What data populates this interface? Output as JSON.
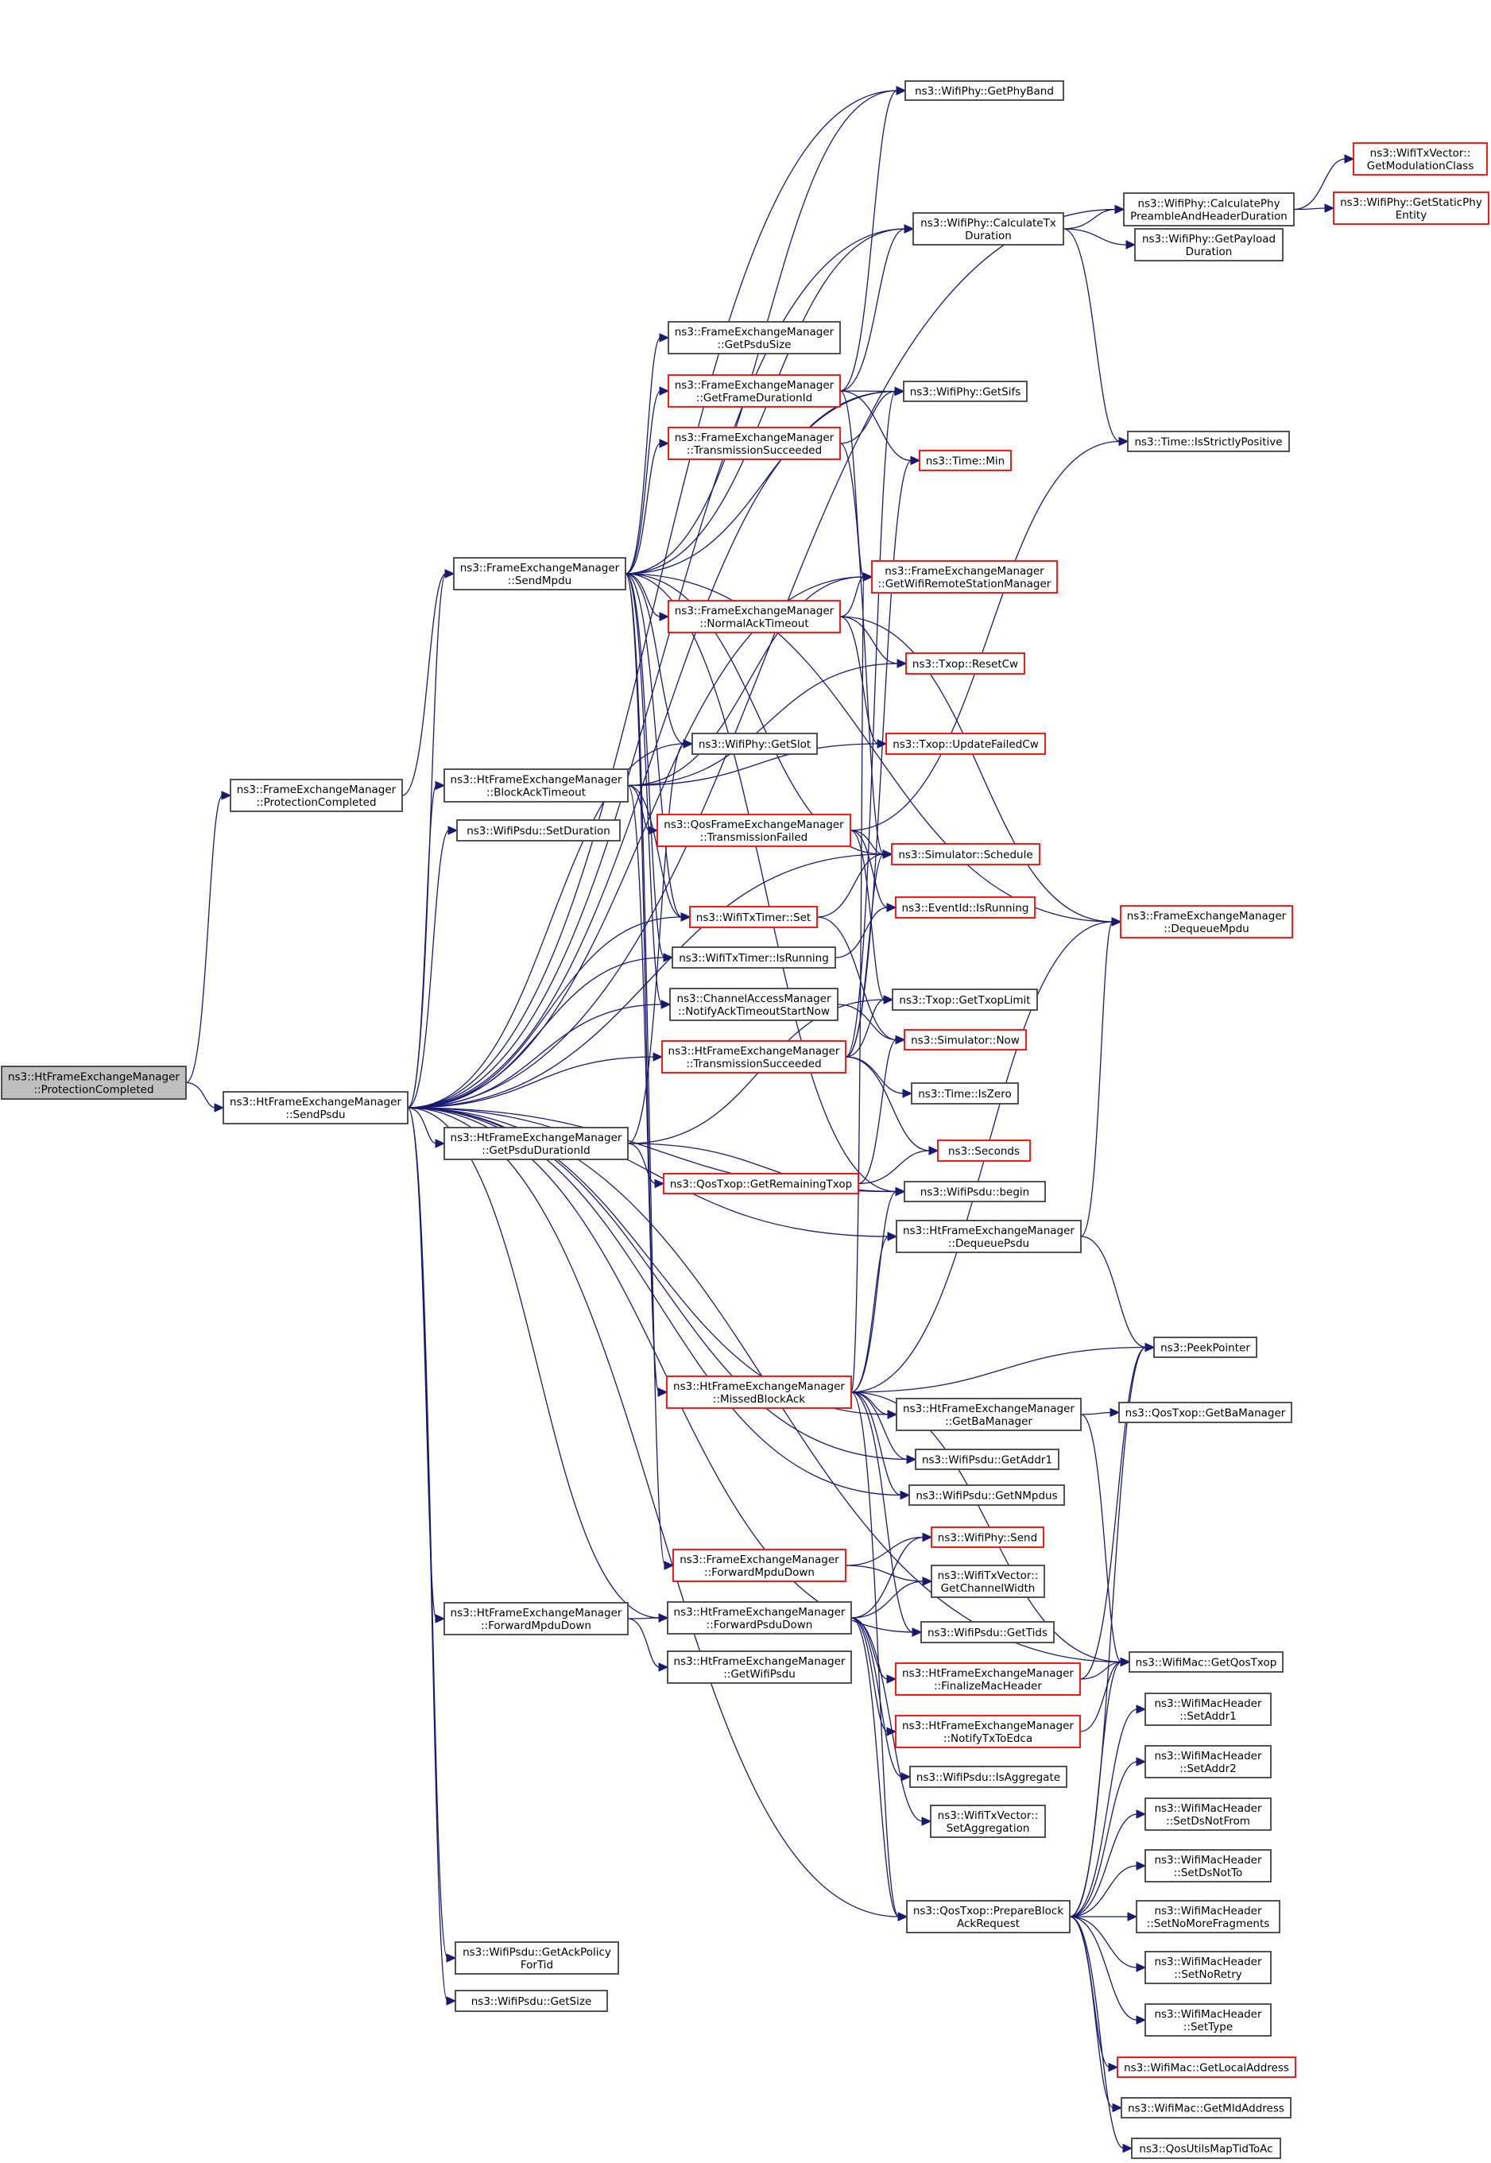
{
  "title": "Call graph of ns3::HtFrameExchangeManager::ProtectionCompleted",
  "colors": {
    "edge": "#191970",
    "root_fill": "#bfbfbf",
    "normal_border": "#404040",
    "red_border": "#ff0000"
  },
  "nodes": [
    {
      "id": "root",
      "lines": [
        "ns3::HtFrameExchangeManager",
        "::ProtectionCompleted"
      ],
      "style": "root"
    },
    {
      "id": "sendPsdu",
      "lines": [
        "ns3::HtFrameExchangeManager",
        "::SendPsdu"
      ],
      "style": "normal"
    },
    {
      "id": "femProtComp",
      "lines": [
        "ns3::FrameExchangeManager",
        "::ProtectionCompleted"
      ],
      "style": "normal"
    },
    {
      "id": "sendMpdu",
      "lines": [
        "ns3::FrameExchangeManager",
        "::SendMpdu"
      ],
      "style": "normal"
    },
    {
      "id": "blockAckTimeout",
      "lines": [
        "ns3::HtFrameExchangeManager",
        "::BlockAckTimeout"
      ],
      "style": "normal"
    },
    {
      "id": "setDuration",
      "lines": [
        "ns3::WifiPsdu::SetDuration"
      ],
      "style": "normal"
    },
    {
      "id": "getPsduDurationId",
      "lines": [
        "ns3::HtFrameExchangeManager",
        "::GetPsduDurationId"
      ],
      "style": "normal"
    },
    {
      "id": "htFwdMpduDown",
      "lines": [
        "ns3::HtFrameExchangeManager",
        "::ForwardMpduDown"
      ],
      "style": "normal"
    },
    {
      "id": "getAckPolicy",
      "lines": [
        "ns3::WifiPsdu::GetAckPolicy",
        "ForTid"
      ],
      "style": "normal"
    },
    {
      "id": "getSize",
      "lines": [
        "ns3::WifiPsdu::GetSize"
      ],
      "style": "normal"
    },
    {
      "id": "getPhyBand",
      "lines": [
        "ns3::WifiPhy::GetPhyBand"
      ],
      "style": "normal"
    },
    {
      "id": "calcPreamble",
      "lines": [
        "ns3::WifiPhy::CalculatePhy",
        "PreambleAndHeaderDuration"
      ],
      "style": "normal"
    },
    {
      "id": "getModClass",
      "lines": [
        "ns3::WifiTxVector::",
        "GetModulationClass"
      ],
      "style": "red"
    },
    {
      "id": "getStaticPhy",
      "lines": [
        "ns3::WifiPhy::GetStaticPhy",
        "Entity"
      ],
      "style": "red"
    },
    {
      "id": "calcTxDur",
      "lines": [
        "ns3::WifiPhy::CalculateTx",
        "Duration"
      ],
      "style": "normal"
    },
    {
      "id": "getPayloadDur",
      "lines": [
        "ns3::WifiPhy::GetPayload",
        "Duration"
      ],
      "style": "normal"
    },
    {
      "id": "getPsduSize",
      "lines": [
        "ns3::FrameExchangeManager",
        "::GetPsduSize"
      ],
      "style": "normal"
    },
    {
      "id": "getFrameDurId",
      "lines": [
        "ns3::FrameExchangeManager",
        "::GetFrameDurationId"
      ],
      "style": "red"
    },
    {
      "id": "getSifs",
      "lines": [
        "ns3::WifiPhy::GetSifs"
      ],
      "style": "normal"
    },
    {
      "id": "femTxSucc",
      "lines": [
        "ns3::FrameExchangeManager",
        "::TransmissionSucceeded"
      ],
      "style": "red"
    },
    {
      "id": "timeMin",
      "lines": [
        "ns3::Time::Min"
      ],
      "style": "red"
    },
    {
      "id": "isStrictlyPos",
      "lines": [
        "ns3::Time::IsStrictlyPositive"
      ],
      "style": "normal"
    },
    {
      "id": "getRsm",
      "lines": [
        "ns3::FrameExchangeManager",
        "::GetWifiRemoteStationManager"
      ],
      "style": "red"
    },
    {
      "id": "normalAckTimeout",
      "lines": [
        "ns3::FrameExchangeManager",
        "::NormalAckTimeout"
      ],
      "style": "red"
    },
    {
      "id": "resetCw",
      "lines": [
        "ns3::Txop::ResetCw"
      ],
      "style": "red"
    },
    {
      "id": "getSlot",
      "lines": [
        "ns3::WifiPhy::GetSlot"
      ],
      "style": "normal"
    },
    {
      "id": "updateFailedCw",
      "lines": [
        "ns3::Txop::UpdateFailedCw"
      ],
      "style": "red"
    },
    {
      "id": "txFailed",
      "lines": [
        "ns3::QosFrameExchangeManager",
        "::TransmissionFailed"
      ],
      "style": "red"
    },
    {
      "id": "schedule",
      "lines": [
        "ns3::Simulator::Schedule"
      ],
      "style": "red"
    },
    {
      "id": "timerSet",
      "lines": [
        "ns3::WifiTxTimer::Set"
      ],
      "style": "red"
    },
    {
      "id": "eventIsRunning",
      "lines": [
        "ns3::EventId::IsRunning"
      ],
      "style": "red"
    },
    {
      "id": "timerIsRunning",
      "lines": [
        "ns3::WifiTxTimer::IsRunning"
      ],
      "style": "normal"
    },
    {
      "id": "dequeueMpdu",
      "lines": [
        "ns3::FrameExchangeManager",
        "::DequeueMpdu"
      ],
      "style": "red"
    },
    {
      "id": "notifyAckTimeout",
      "lines": [
        "ns3::ChannelAccessManager",
        "::NotifyAckTimeoutStartNow"
      ],
      "style": "normal"
    },
    {
      "id": "getTxopLimit",
      "lines": [
        "ns3::Txop::GetTxopLimit"
      ],
      "style": "normal"
    },
    {
      "id": "htTxSucc",
      "lines": [
        "ns3::HtFrameExchangeManager",
        "::TransmissionSucceeded"
      ],
      "style": "red"
    },
    {
      "id": "simNow",
      "lines": [
        "ns3::Simulator::Now"
      ],
      "style": "red"
    },
    {
      "id": "isZero",
      "lines": [
        "ns3::Time::IsZero"
      ],
      "style": "normal"
    },
    {
      "id": "seconds",
      "lines": [
        "ns3::Seconds"
      ],
      "style": "red"
    },
    {
      "id": "remainingTxop",
      "lines": [
        "ns3::QosTxop::GetRemainingTxop"
      ],
      "style": "red"
    },
    {
      "id": "psduBegin",
      "lines": [
        "ns3::WifiPsdu::begin"
      ],
      "style": "normal"
    },
    {
      "id": "dequeuePsdu",
      "lines": [
        "ns3::HtFrameExchangeManager",
        "::DequeuePsdu"
      ],
      "style": "normal"
    },
    {
      "id": "missedBlockAck",
      "lines": [
        "ns3::HtFrameExchangeManager",
        "::MissedBlockAck"
      ],
      "style": "red"
    },
    {
      "id": "peekPointer",
      "lines": [
        "ns3::PeekPointer"
      ],
      "style": "normal"
    },
    {
      "id": "htGetBaMgr",
      "lines": [
        "ns3::HtFrameExchangeManager",
        "::GetBaManager"
      ],
      "style": "normal"
    },
    {
      "id": "qosGetBaMgr",
      "lines": [
        "ns3::QosTxop::GetBaManager"
      ],
      "style": "normal"
    },
    {
      "id": "getAddr1",
      "lines": [
        "ns3::WifiPsdu::GetAddr1"
      ],
      "style": "normal"
    },
    {
      "id": "getNMpdus",
      "lines": [
        "ns3::WifiPsdu::GetNMpdus"
      ],
      "style": "normal"
    },
    {
      "id": "phySend",
      "lines": [
        "ns3::WifiPhy::Send"
      ],
      "style": "red"
    },
    {
      "id": "femFwdMpduDown",
      "lines": [
        "ns3::FrameExchangeManager",
        "::ForwardMpduDown"
      ],
      "style": "red"
    },
    {
      "id": "getChannelWidth",
      "lines": [
        "ns3::WifiTxVector::",
        "GetChannelWidth"
      ],
      "style": "normal"
    },
    {
      "id": "fwdPsduDown",
      "lines": [
        "ns3::HtFrameExchangeManager",
        "::ForwardPsduDown"
      ],
      "style": "normal"
    },
    {
      "id": "getTids",
      "lines": [
        "ns3::WifiPsdu::GetTids"
      ],
      "style": "normal"
    },
    {
      "id": "getWifiPsdu",
      "lines": [
        "ns3::HtFrameExchangeManager",
        "::GetWifiPsdu"
      ],
      "style": "normal"
    },
    {
      "id": "getQosTxop",
      "lines": [
        "ns3::WifiMac::GetQosTxop"
      ],
      "style": "normal"
    },
    {
      "id": "finalizeMac",
      "lines": [
        "ns3::HtFrameExchangeManager",
        "::FinalizeMacHeader"
      ],
      "style": "red"
    },
    {
      "id": "setAddr1",
      "lines": [
        "ns3::WifiMacHeader",
        "::SetAddr1"
      ],
      "style": "normal"
    },
    {
      "id": "notifyTxEdca",
      "lines": [
        "ns3::HtFrameExchangeManager",
        "::NotifyTxToEdca"
      ],
      "style": "red"
    },
    {
      "id": "setAddr2",
      "lines": [
        "ns3::WifiMacHeader",
        "::SetAddr2"
      ],
      "style": "normal"
    },
    {
      "id": "isAggregate",
      "lines": [
        "ns3::WifiPsdu::IsAggregate"
      ],
      "style": "normal"
    },
    {
      "id": "setAggregation",
      "lines": [
        "ns3::WifiTxVector::",
        "SetAggregation"
      ],
      "style": "normal"
    },
    {
      "id": "setDsNotFrom",
      "lines": [
        "ns3::WifiMacHeader",
        "::SetDsNotFrom"
      ],
      "style": "normal"
    },
    {
      "id": "setDsNotTo",
      "lines": [
        "ns3::WifiMacHeader",
        "::SetDsNotTo"
      ],
      "style": "normal"
    },
    {
      "id": "prepareBar",
      "lines": [
        "ns3::QosTxop::PrepareBlock",
        "AckRequest"
      ],
      "style": "normal"
    },
    {
      "id": "setNoMoreFrag",
      "lines": [
        "ns3::WifiMacHeader",
        "::SetNoMoreFragments"
      ],
      "style": "normal"
    },
    {
      "id": "setNoRetry",
      "lines": [
        "ns3::WifiMacHeader",
        "::SetNoRetry"
      ],
      "style": "normal"
    },
    {
      "id": "setType",
      "lines": [
        "ns3::WifiMacHeader",
        "::SetType"
      ],
      "style": "normal"
    },
    {
      "id": "getLocalAddr",
      "lines": [
        "ns3::WifiMac::GetLocalAddress"
      ],
      "style": "red"
    },
    {
      "id": "getMldAddr",
      "lines": [
        "ns3::WifiMac::GetMldAddress"
      ],
      "style": "normal"
    },
    {
      "id": "mapTidToAc",
      "lines": [
        "ns3::QosUtilsMapTidToAc"
      ],
      "style": "normal"
    }
  ],
  "edges": [
    [
      "root",
      "femProtComp"
    ],
    [
      "root",
      "sendPsdu"
    ],
    [
      "femProtComp",
      "sendMpdu"
    ],
    [
      "sendPsdu",
      "getPhyBand"
    ],
    [
      "sendPsdu",
      "calcPreamble"
    ],
    [
      "sendPsdu",
      "calcTxDur"
    ],
    [
      "sendPsdu",
      "getSifs"
    ],
    [
      "sendPsdu",
      "sendMpdu"
    ],
    [
      "sendPsdu",
      "blockAckTimeout"
    ],
    [
      "sendPsdu",
      "setDuration"
    ],
    [
      "sendPsdu",
      "getSlot"
    ],
    [
      "sendPsdu",
      "schedule"
    ],
    [
      "sendPsdu",
      "timerSet"
    ],
    [
      "sendPsdu",
      "timerIsRunning"
    ],
    [
      "sendPsdu",
      "notifyAckTimeout"
    ],
    [
      "sendPsdu",
      "htTxSucc"
    ],
    [
      "sendPsdu",
      "getPsduDurationId"
    ],
    [
      "sendPsdu",
      "psduBegin"
    ],
    [
      "sendPsdu",
      "dequeuePsdu"
    ],
    [
      "sendPsdu",
      "htGetBaMgr"
    ],
    [
      "sendPsdu",
      "getAddr1"
    ],
    [
      "sendPsdu",
      "getNMpdus"
    ],
    [
      "sendPsdu",
      "htFwdMpduDown"
    ],
    [
      "sendPsdu",
      "fwdPsduDown"
    ],
    [
      "sendPsdu",
      "getTids"
    ],
    [
      "sendPsdu",
      "getQosTxop"
    ],
    [
      "sendPsdu",
      "prepareBar"
    ],
    [
      "sendPsdu",
      "getAckPolicy"
    ],
    [
      "sendPsdu",
      "getSize"
    ],
    [
      "sendPsdu",
      "getRsm"
    ],
    [
      "sendMpdu",
      "getPhyBand"
    ],
    [
      "sendMpdu",
      "calcTxDur"
    ],
    [
      "sendMpdu",
      "getSifs"
    ],
    [
      "sendMpdu",
      "getPsduSize"
    ],
    [
      "sendMpdu",
      "getFrameDurId"
    ],
    [
      "sendMpdu",
      "femTxSucc"
    ],
    [
      "sendMpdu",
      "normalAckTimeout"
    ],
    [
      "sendMpdu",
      "dequeueMpdu"
    ],
    [
      "sendMpdu",
      "getSlot"
    ],
    [
      "sendMpdu",
      "schedule"
    ],
    [
      "sendMpdu",
      "timerSet"
    ],
    [
      "sendMpdu",
      "timerIsRunning"
    ],
    [
      "sendMpdu",
      "notifyAckTimeout"
    ],
    [
      "sendMpdu",
      "missedBlockAck"
    ],
    [
      "sendMpdu",
      "femFwdMpduDown"
    ],
    [
      "sendMpdu",
      "psduBegin"
    ],
    [
      "calcTxDur",
      "calcPreamble"
    ],
    [
      "calcTxDur",
      "getPayloadDur"
    ],
    [
      "calcTxDur",
      "isStrictlyPos"
    ],
    [
      "calcPreamble",
      "getModClass"
    ],
    [
      "calcPreamble",
      "getStaticPhy"
    ],
    [
      "getFrameDurId",
      "getPhyBand"
    ],
    [
      "getFrameDurId",
      "calcTxDur"
    ],
    [
      "getFrameDurId",
      "getSifs"
    ],
    [
      "getFrameDurId",
      "timeMin"
    ],
    [
      "getFrameDurId",
      "getRsm"
    ],
    [
      "femTxSucc",
      "getSifs"
    ],
    [
      "femTxSucc",
      "schedule"
    ],
    [
      "normalAckTimeout",
      "getRsm"
    ],
    [
      "normalAckTimeout",
      "resetCw"
    ],
    [
      "normalAckTimeout",
      "updateFailedCw"
    ],
    [
      "normalAckTimeout",
      "dequeueMpdu"
    ],
    [
      "blockAckTimeout",
      "getRsm"
    ],
    [
      "blockAckTimeout",
      "resetCw"
    ],
    [
      "blockAckTimeout",
      "updateFailedCw"
    ],
    [
      "blockAckTimeout",
      "txFailed"
    ],
    [
      "blockAckTimeout",
      "missedBlockAck"
    ],
    [
      "blockAckTimeout",
      "timerSet"
    ],
    [
      "txFailed",
      "schedule"
    ],
    [
      "txFailed",
      "eventIsRunning"
    ],
    [
      "txFailed",
      "getTxopLimit"
    ],
    [
      "txFailed",
      "isStrictlyPos"
    ],
    [
      "timerSet",
      "schedule"
    ],
    [
      "timerSet",
      "simNow"
    ],
    [
      "timerIsRunning",
      "eventIsRunning"
    ],
    [
      "notifyAckTimeout",
      "simNow"
    ],
    [
      "htTxSucc",
      "getSifs"
    ],
    [
      "htTxSucc",
      "timeMin"
    ],
    [
      "htTxSucc",
      "schedule"
    ],
    [
      "htTxSucc",
      "getTxopLimit"
    ],
    [
      "htTxSucc",
      "isZero"
    ],
    [
      "htTxSucc",
      "seconds"
    ],
    [
      "getPsduDurationId",
      "getSlot"
    ],
    [
      "getPsduDurationId",
      "remainingTxop"
    ],
    [
      "getPsduDurationId",
      "getTxopLimit"
    ],
    [
      "getPsduDurationId",
      "psduBegin"
    ],
    [
      "remainingTxop",
      "simNow"
    ],
    [
      "remainingTxop",
      "seconds"
    ],
    [
      "dequeuePsdu",
      "dequeueMpdu"
    ],
    [
      "dequeuePsdu",
      "peekPointer"
    ],
    [
      "missedBlockAck",
      "getRsm"
    ],
    [
      "missedBlockAck",
      "dequeueMpdu"
    ],
    [
      "missedBlockAck",
      "psduBegin"
    ],
    [
      "missedBlockAck",
      "dequeuePsdu"
    ],
    [
      "missedBlockAck",
      "peekPointer"
    ],
    [
      "missedBlockAck",
      "htGetBaMgr"
    ],
    [
      "missedBlockAck",
      "getAddr1"
    ],
    [
      "missedBlockAck",
      "getNMpdus"
    ],
    [
      "missedBlockAck",
      "getTids"
    ],
    [
      "missedBlockAck",
      "getQosTxop"
    ],
    [
      "missedBlockAck",
      "prepareBar"
    ],
    [
      "htGetBaMgr",
      "qosGetBaMgr"
    ],
    [
      "htGetBaMgr",
      "getQosTxop"
    ],
    [
      "femFwdMpduDown",
      "phySend"
    ],
    [
      "femFwdMpduDown",
      "getChannelWidth"
    ],
    [
      "htFwdMpduDown",
      "fwdPsduDown"
    ],
    [
      "htFwdMpduDown",
      "getWifiPsdu"
    ],
    [
      "fwdPsduDown",
      "phySend"
    ],
    [
      "fwdPsduDown",
      "getChannelWidth"
    ],
    [
      "fwdPsduDown",
      "finalizeMac"
    ],
    [
      "fwdPsduDown",
      "notifyTxEdca"
    ],
    [
      "fwdPsduDown",
      "isAggregate"
    ],
    [
      "fwdPsduDown",
      "setAggregation"
    ],
    [
      "fwdPsduDown",
      "prepareBar"
    ],
    [
      "finalizeMac",
      "getQosTxop"
    ],
    [
      "finalizeMac",
      "peekPointer"
    ],
    [
      "notifyTxEdca",
      "getQosTxop"
    ],
    [
      "prepareBar",
      "peekPointer"
    ],
    [
      "prepareBar",
      "getQosTxop"
    ],
    [
      "prepareBar",
      "setAddr1"
    ],
    [
      "prepareBar",
      "setAddr2"
    ],
    [
      "prepareBar",
      "setDsNotFrom"
    ],
    [
      "prepareBar",
      "setDsNotTo"
    ],
    [
      "prepareBar",
      "setNoMoreFrag"
    ],
    [
      "prepareBar",
      "setNoRetry"
    ],
    [
      "prepareBar",
      "setType"
    ],
    [
      "prepareBar",
      "getLocalAddr"
    ],
    [
      "prepareBar",
      "getMldAddr"
    ],
    [
      "prepareBar",
      "mapTidToAc"
    ]
  ]
}
